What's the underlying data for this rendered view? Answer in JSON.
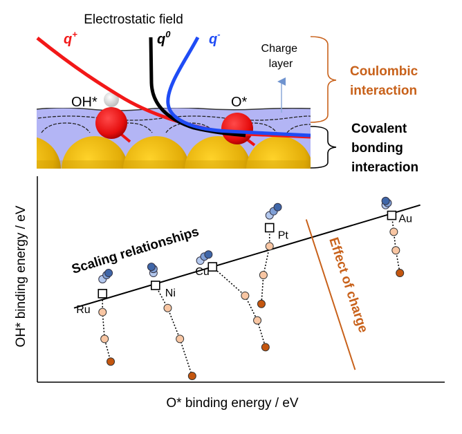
{
  "colors": {
    "positive_charge": "#f21818",
    "neutral_charge": "#000000",
    "negative_charge": "#1f4cf5",
    "charge_layer_fill": "#b3b5f5",
    "metal_atom": "#e7b10a",
    "oxygen_atom": "#ee1111",
    "hydrogen_atom": "#e8e8e8",
    "accent_orange": "#c8611a",
    "arrow_blue": "#8aa8d8",
    "blue_dark": "#3f66a8",
    "blue_mid": "#7f9fd6",
    "blue_light": "#b3c8ee",
    "orange_light": "#f8c6a3",
    "orange_dark": "#c4560f"
  },
  "illustration": {
    "title": "Electrostatic field",
    "curves": [
      {
        "label": "q",
        "sup": "+",
        "charge": "positive"
      },
      {
        "label": "q",
        "sup": "0",
        "charge": "neutral"
      },
      {
        "label": "q",
        "sup": "-",
        "charge": "negative"
      }
    ],
    "adsorbates": [
      "OH*",
      "O*"
    ],
    "charge_layer_label_line1": "Charge",
    "charge_layer_label_line2": "layer",
    "coulombic_line1": "Coulombic",
    "coulombic_line2": "interaction",
    "covalent_line1": "Covalent",
    "covalent_line2": "bonding",
    "covalent_line3": "interaction"
  },
  "chart_data": {
    "type": "scatter",
    "title": "",
    "xlabel": "O* binding energy / eV",
    "ylabel": "OH* binding energy / eV",
    "xlim": [
      0,
      100
    ],
    "ylim": [
      0,
      100
    ],
    "grid": false,
    "ticks": "none",
    "annotations": {
      "scaling_label": "Scaling relationships",
      "effect_label": "Effect of charge"
    },
    "scaling_line": {
      "x": [
        9,
        94
      ],
      "y": [
        36,
        86
      ]
    },
    "effect_line": {
      "x": [
        66,
        78
      ],
      "y": [
        79,
        6
      ]
    },
    "legend_note": "squares = neutral (q0); blue circles = negative charge; orange circles = positive charge (darker = larger charge)",
    "series": [
      {
        "metal": "Ru",
        "neutral": {
          "x": 16,
          "y": 43
        },
        "negative": [
          {
            "x": 16,
            "y": 50
          },
          {
            "x": 17,
            "y": 52
          },
          {
            "x": 17.5,
            "y": 53
          }
        ],
        "positive": [
          {
            "x": 16,
            "y": 34
          },
          {
            "x": 16.5,
            "y": 21
          },
          {
            "x": 18,
            "y": 10
          }
        ]
      },
      {
        "metal": "Ni",
        "neutral": {
          "x": 29,
          "y": 47
        },
        "negative": [
          {
            "x": 28.5,
            "y": 53
          },
          {
            "x": 28.5,
            "y": 55
          },
          {
            "x": 28,
            "y": 56
          }
        ],
        "positive": [
          {
            "x": 32,
            "y": 36
          },
          {
            "x": 35,
            "y": 21
          },
          {
            "x": 38,
            "y": 3
          }
        ]
      },
      {
        "metal": "Cu",
        "neutral": {
          "x": 43,
          "y": 56
        },
        "negative": [
          {
            "x": 40,
            "y": 59
          },
          {
            "x": 41,
            "y": 61
          },
          {
            "x": 42,
            "y": 62
          }
        ],
        "positive": [
          {
            "x": 51,
            "y": 42
          },
          {
            "x": 54,
            "y": 30
          },
          {
            "x": 56,
            "y": 17
          }
        ]
      },
      {
        "metal": "Pt",
        "neutral": {
          "x": 57,
          "y": 75
        },
        "negative": [
          {
            "x": 57,
            "y": 81
          },
          {
            "x": 58,
            "y": 83
          },
          {
            "x": 59,
            "y": 85
          }
        ],
        "positive": [
          {
            "x": 57,
            "y": 66
          },
          {
            "x": 55.5,
            "y": 52
          },
          {
            "x": 55,
            "y": 38
          }
        ]
      },
      {
        "metal": "Au",
        "neutral": {
          "x": 87,
          "y": 81
        },
        "negative": [
          {
            "x": 85.5,
            "y": 86
          },
          {
            "x": 86,
            "y": 87
          },
          {
            "x": 85.5,
            "y": 88
          }
        ],
        "positive": [
          {
            "x": 87.5,
            "y": 73
          },
          {
            "x": 88,
            "y": 64
          },
          {
            "x": 89,
            "y": 53
          }
        ]
      }
    ]
  }
}
